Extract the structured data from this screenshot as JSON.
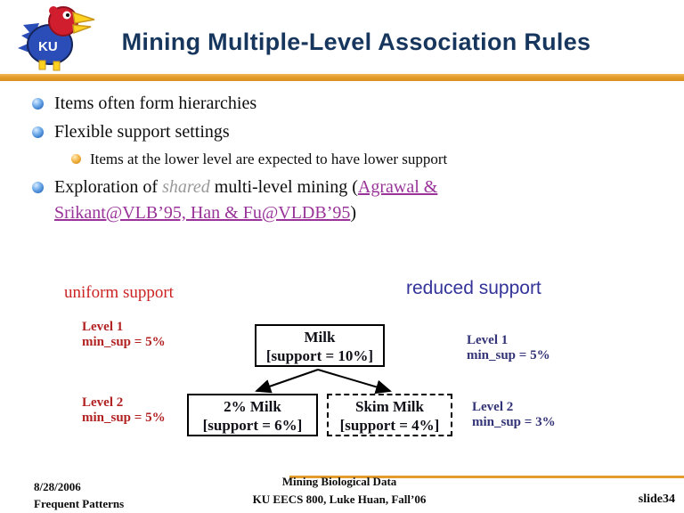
{
  "header": {
    "title": "Mining Multiple-Level Association Rules"
  },
  "icons": {
    "logo": "ku-jayhawk-logo",
    "level1_bullet": "blue-sphere-bullet-icon",
    "level2_bullet": "gold-sphere-bullet-icon"
  },
  "bullets": {
    "item1": "Items often form hierarchies",
    "item2": "Flexible support settings",
    "sub1": "Items at the lower level are expected to have lower support",
    "item3_pre": "Exploration of ",
    "item3_shared": "shared",
    "item3_mid": " multi-level mining (",
    "item3_link1": "Agrawal &",
    "item3_link2": "Srikant@VLB’95, Han & Fu@VLDB’95",
    "item3_post": ")"
  },
  "diagram": {
    "uniform_label": "uniform support",
    "reduced_label": "reduced support",
    "left_level1": {
      "line1": "Level 1",
      "line2": "min_sup = 5%"
    },
    "left_level2": {
      "line1": "Level 2",
      "line2": "min_sup = 5%"
    },
    "right_level1": {
      "line1": "Level 1",
      "line2": "min_sup = 5%"
    },
    "right_level2": {
      "line1": "Level 2",
      "line2": "min_sup = 3%"
    },
    "milk_box": {
      "name": "Milk",
      "support": "[support = 10%]"
    },
    "milk2_box": {
      "name": "2% Milk",
      "support": "[support = 6%]"
    },
    "skim_box": {
      "name": "Skim Milk",
      "support": "[support = 4%]"
    }
  },
  "footer": {
    "date": "8/28/2006",
    "topic": "Frequent Patterns",
    "course_line1": "Mining Biological Data",
    "course_line2": "KU EECS 800, Luke Huan, Fall’06",
    "slide_number": "slide34"
  },
  "colors": {
    "accent_orange": "#E49C2C",
    "title_navy": "#17365D",
    "uniform_red": "#CC2222",
    "level_red": "#B22222",
    "reduced_blue": "#333399",
    "level_blue": "#333377",
    "link_purple": "#993399",
    "shared_gray": "#999999"
  }
}
